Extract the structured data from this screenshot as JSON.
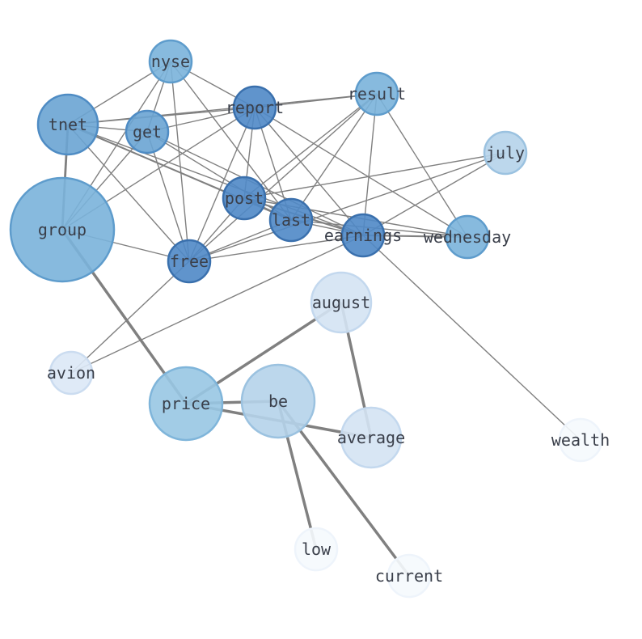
{
  "nodes": [
    {
      "id": "nyse",
      "label": "nyse",
      "color": "#7ab2da",
      "stroke": "#5e9ccc"
    },
    {
      "id": "report",
      "label": "report",
      "color": "#4f88c6",
      "stroke": "#3a70ad"
    },
    {
      "id": "result",
      "label": "result",
      "color": "#7ab2da",
      "stroke": "#5e9ccc"
    },
    {
      "id": "tnet",
      "label": "tnet",
      "color": "#6aa4d3",
      "stroke": "#4f8cc4"
    },
    {
      "id": "get",
      "label": "get",
      "color": "#6aa4d3",
      "stroke": "#4f8cc4"
    },
    {
      "id": "july",
      "label": "july",
      "color": "#b5d3ea",
      "stroke": "#9bc2e0"
    },
    {
      "id": "post",
      "label": "post",
      "color": "#4f88c6",
      "stroke": "#3a70ad"
    },
    {
      "id": "last",
      "label": "last",
      "color": "#4f88c6",
      "stroke": "#3a70ad"
    },
    {
      "id": "group",
      "label": "group",
      "color": "#7ab2da",
      "stroke": "#5e9ccc"
    },
    {
      "id": "earnings",
      "label": "earnings",
      "color": "#4f88c6",
      "stroke": "#3a70ad"
    },
    {
      "id": "wednesday",
      "label": "wednesday",
      "color": "#7ab2da",
      "stroke": "#5e9ccc"
    },
    {
      "id": "free",
      "label": "free",
      "color": "#4f88c6",
      "stroke": "#3a70ad"
    },
    {
      "id": "august",
      "label": "august",
      "color": "#d4e3f3",
      "stroke": "#c3d8ee"
    },
    {
      "id": "avion",
      "label": "avion",
      "color": "#dce8f6",
      "stroke": "#cbdcf0"
    },
    {
      "id": "price",
      "label": "price",
      "color": "#98c6e3",
      "stroke": "#7fb5da"
    },
    {
      "id": "be",
      "label": "be",
      "color": "#b5d3ea",
      "stroke": "#9bc2e0"
    },
    {
      "id": "average",
      "label": "average",
      "color": "#d4e3f3",
      "stroke": "#c3d8ee"
    },
    {
      "id": "wealth",
      "label": "wealth",
      "color": "#f5f9fd",
      "stroke": "#eef4fb"
    },
    {
      "id": "low",
      "label": "low",
      "color": "#f5f9fd",
      "stroke": "#eef4fb"
    },
    {
      "id": "current",
      "label": "current",
      "color": "#f5f9fd",
      "stroke": "#eef4fb"
    }
  ],
  "edges": [
    {
      "source": "nyse",
      "target": "tnet",
      "weight": 1
    },
    {
      "source": "nyse",
      "target": "get",
      "weight": 1
    },
    {
      "source": "nyse",
      "target": "free",
      "weight": 1
    },
    {
      "source": "nyse",
      "target": "group",
      "weight": 1
    },
    {
      "source": "nyse",
      "target": "report",
      "weight": 1
    },
    {
      "source": "nyse",
      "target": "last",
      "weight": 1
    },
    {
      "source": "tnet",
      "target": "report",
      "weight": 1
    },
    {
      "source": "tnet",
      "target": "get",
      "weight": 1
    },
    {
      "source": "tnet",
      "target": "result",
      "weight": 1
    },
    {
      "source": "tnet",
      "target": "group",
      "weight": 2
    },
    {
      "source": "tnet",
      "target": "free",
      "weight": 1
    },
    {
      "source": "tnet",
      "target": "last",
      "weight": 1.5
    },
    {
      "source": "tnet",
      "target": "earnings",
      "weight": 1
    },
    {
      "source": "get",
      "target": "report",
      "weight": 1
    },
    {
      "source": "get",
      "target": "group",
      "weight": 1
    },
    {
      "source": "get",
      "target": "free",
      "weight": 1
    },
    {
      "source": "get",
      "target": "last",
      "weight": 1
    },
    {
      "source": "get",
      "target": "earnings",
      "weight": 1
    },
    {
      "source": "report",
      "target": "result",
      "weight": 1
    },
    {
      "source": "report",
      "target": "post",
      "weight": 1
    },
    {
      "source": "report",
      "target": "last",
      "weight": 1
    },
    {
      "source": "report",
      "target": "earnings",
      "weight": 1
    },
    {
      "source": "report",
      "target": "free",
      "weight": 1
    },
    {
      "source": "report",
      "target": "wednesday",
      "weight": 1
    },
    {
      "source": "report",
      "target": "group",
      "weight": 1
    },
    {
      "source": "result",
      "target": "free",
      "weight": 1
    },
    {
      "source": "result",
      "target": "last",
      "weight": 1
    },
    {
      "source": "result",
      "target": "earnings",
      "weight": 1
    },
    {
      "source": "result",
      "target": "wednesday",
      "weight": 1
    },
    {
      "source": "result",
      "target": "post",
      "weight": 1
    },
    {
      "source": "july",
      "target": "post",
      "weight": 1
    },
    {
      "source": "july",
      "target": "earnings",
      "weight": 1
    },
    {
      "source": "july",
      "target": "free",
      "weight": 1
    },
    {
      "source": "post",
      "target": "free",
      "weight": 1
    },
    {
      "source": "post",
      "target": "earnings",
      "weight": 1.5
    },
    {
      "source": "post",
      "target": "wednesday",
      "weight": 1
    },
    {
      "source": "post",
      "target": "last",
      "weight": 1
    },
    {
      "source": "last",
      "target": "earnings",
      "weight": 1
    },
    {
      "source": "last",
      "target": "free",
      "weight": 1
    },
    {
      "source": "last",
      "target": "wednesday",
      "weight": 1
    },
    {
      "source": "earnings",
      "target": "wednesday",
      "weight": 1.5
    },
    {
      "source": "earnings",
      "target": "free",
      "weight": 1
    },
    {
      "source": "earnings",
      "target": "avion",
      "weight": 1
    },
    {
      "source": "earnings",
      "target": "wealth",
      "weight": 1
    },
    {
      "source": "group",
      "target": "free",
      "weight": 1
    },
    {
      "source": "group",
      "target": "price",
      "weight": 2.5
    },
    {
      "source": "free",
      "target": "avion",
      "weight": 1
    },
    {
      "source": "august",
      "target": "price",
      "weight": 2.5
    },
    {
      "source": "august",
      "target": "average",
      "weight": 2.5
    },
    {
      "source": "price",
      "target": "be",
      "weight": 2.5
    },
    {
      "source": "price",
      "target": "average",
      "weight": 2.5
    },
    {
      "source": "be",
      "target": "low",
      "weight": 2.5
    },
    {
      "source": "be",
      "target": "current",
      "weight": 2.5
    }
  ]
}
